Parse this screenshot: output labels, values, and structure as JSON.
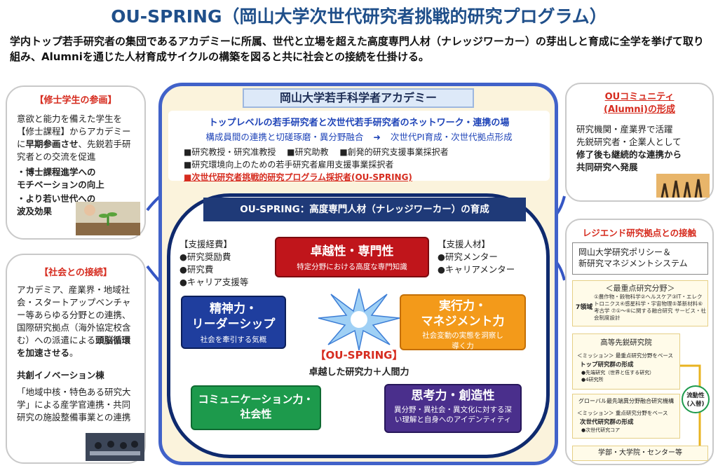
{
  "title": "OU-SPRING（岡山大学次世代研究者挑戦的研究プログラム）",
  "intro": "学内トップ若手研究者の集団であるアカデミーに所属、世代と立場を超えた高度専門人材（ナレッジワーカー）の芽出しと育成に全学を挙げて取り組み、Alumniを通じた人材育成サイクルの構築を図ると共に社会との接続を仕掛ける。",
  "left_top": {
    "heading": "【修士学生の参画】",
    "text_parts": [
      "意欲と能力を備えた学生を【修士課程】からアカデミーに",
      "早期参画させ",
      "、先鋭若手研究者との交流を促進"
    ],
    "bullets": [
      "・博士課程進学への\nモチベーションの向上",
      "・より若い世代への\n波及効果"
    ]
  },
  "left_bottom": {
    "heading": "【社会との接続】",
    "text_parts": [
      "アカデミア、産業界・地域社会・スタートアップベンチャー等あらゆる分野との連携、国際研究拠点（海外協定校含む）への派遣による",
      "頭脳循環を加速させる",
      "。"
    ],
    "sub_heading": "共創イノベーション棟",
    "sub_text": "「地域中核・特色ある研究大学」による産学官連携・共同研究の施設整備事業との連携"
  },
  "academy": {
    "title": "岡山大学若手科学者アカデミー",
    "network_title": "トップレベルの若手研究者と次世代若手研究者のネットワーク・連携の場",
    "network_sub_left": "構成員間の連携と切磋琢磨・異分野融合",
    "network_sub_arrow": "➜",
    "network_sub_right": "次世代PI育成・次世代拠点形成",
    "members_row1": [
      "■研究教授・研究准教授",
      "■研究助教",
      "■創発的研究支援事業採択者"
    ],
    "members_row2": "■研究環境向上のための若手研究者雇用支援事業採択者",
    "members_row3": "■次世代研究者挑戦的研究プログラム採択者(OU-SPRING)"
  },
  "ou_spring": {
    "header": "OU-SPRING：高度専門人材（ナレッジワーカー）の育成",
    "funding_title": "【支援経費】",
    "funding_items": [
      "●研究奨励費",
      "●研究費",
      "●キャリア支援等"
    ],
    "staff_title": "【支援人材】",
    "staff_items": [
      "●研究メンター",
      "●キャリアメンター"
    ],
    "tiles": {
      "excellence": {
        "title": "卓越性・専門性",
        "sub": "特定分野における高度な専門知識"
      },
      "spirit": {
        "title": "精神力・\nリーダーシップ",
        "sub": "社会を牽引する気概"
      },
      "execution": {
        "title": "実行力・\nマネジメント力",
        "sub": "社会変動の実態を洞察し\n導く力"
      },
      "communication": {
        "title": "コミュニケーション力・\n社会性",
        "sub": ""
      },
      "thinking": {
        "title": "思考力・創造性",
        "sub": "異分野・異社会・異文化に対する深い理解と自身へのアイデンティティ"
      }
    },
    "center_label": "【OU-SPRING】",
    "center_sub": "卓越した研究力＋人間力"
  },
  "right_top": {
    "heading": "OUコミュニティ\n(Alumni)の形成",
    "text": "研究機関・産業界で活躍\n先鋭研究者・企業人として",
    "text_bold": "修了後も継続的な連携から\n共同研究へ発展"
  },
  "right_bottom": {
    "heading": "レジエンド研究拠点との接触",
    "policy": "岡山大学研究ポリシー＆\n新研究マネジメントシステム",
    "focus_title": "＜最重点研究分野＞",
    "focus_label": "7領域",
    "focus_text": "①農作物・穀物科学②ヘルスケア③IT・エレクトロニクス④感星科学・宇宙物理⑤革新材料⑥考古学 ⑦①〜⑥に関する融合研究 サービス・社会制度設計",
    "advanced_title": "高等先鋭研究院",
    "advanced_mission": "＜ミッション＞ 最重点研究分野をベース",
    "advanced_formation": "トップ研究群の形成",
    "advanced_items": [
      "●先端研究（世界と伍する研究）",
      "●4研究所"
    ],
    "mobility": "流動性\n(入替)",
    "global_title": "グローバル最先端異分野融合研究機構",
    "global_mission": "＜ミッション＞ 重点研究分野をベース",
    "global_formation": "次世代研究群の形成",
    "global_items": [
      "●次世代研究コア"
    ],
    "bottom_label": "学部・大学院・センター等"
  },
  "colors": {
    "excellence": "#c0151b",
    "spirit": "#1f3e9e",
    "execution": "#f39a1a",
    "communication": "#1d9a4c",
    "thinking": "#4a2f8c",
    "academy_border": "#4162c9",
    "oval_border": "#0f2a6e"
  }
}
